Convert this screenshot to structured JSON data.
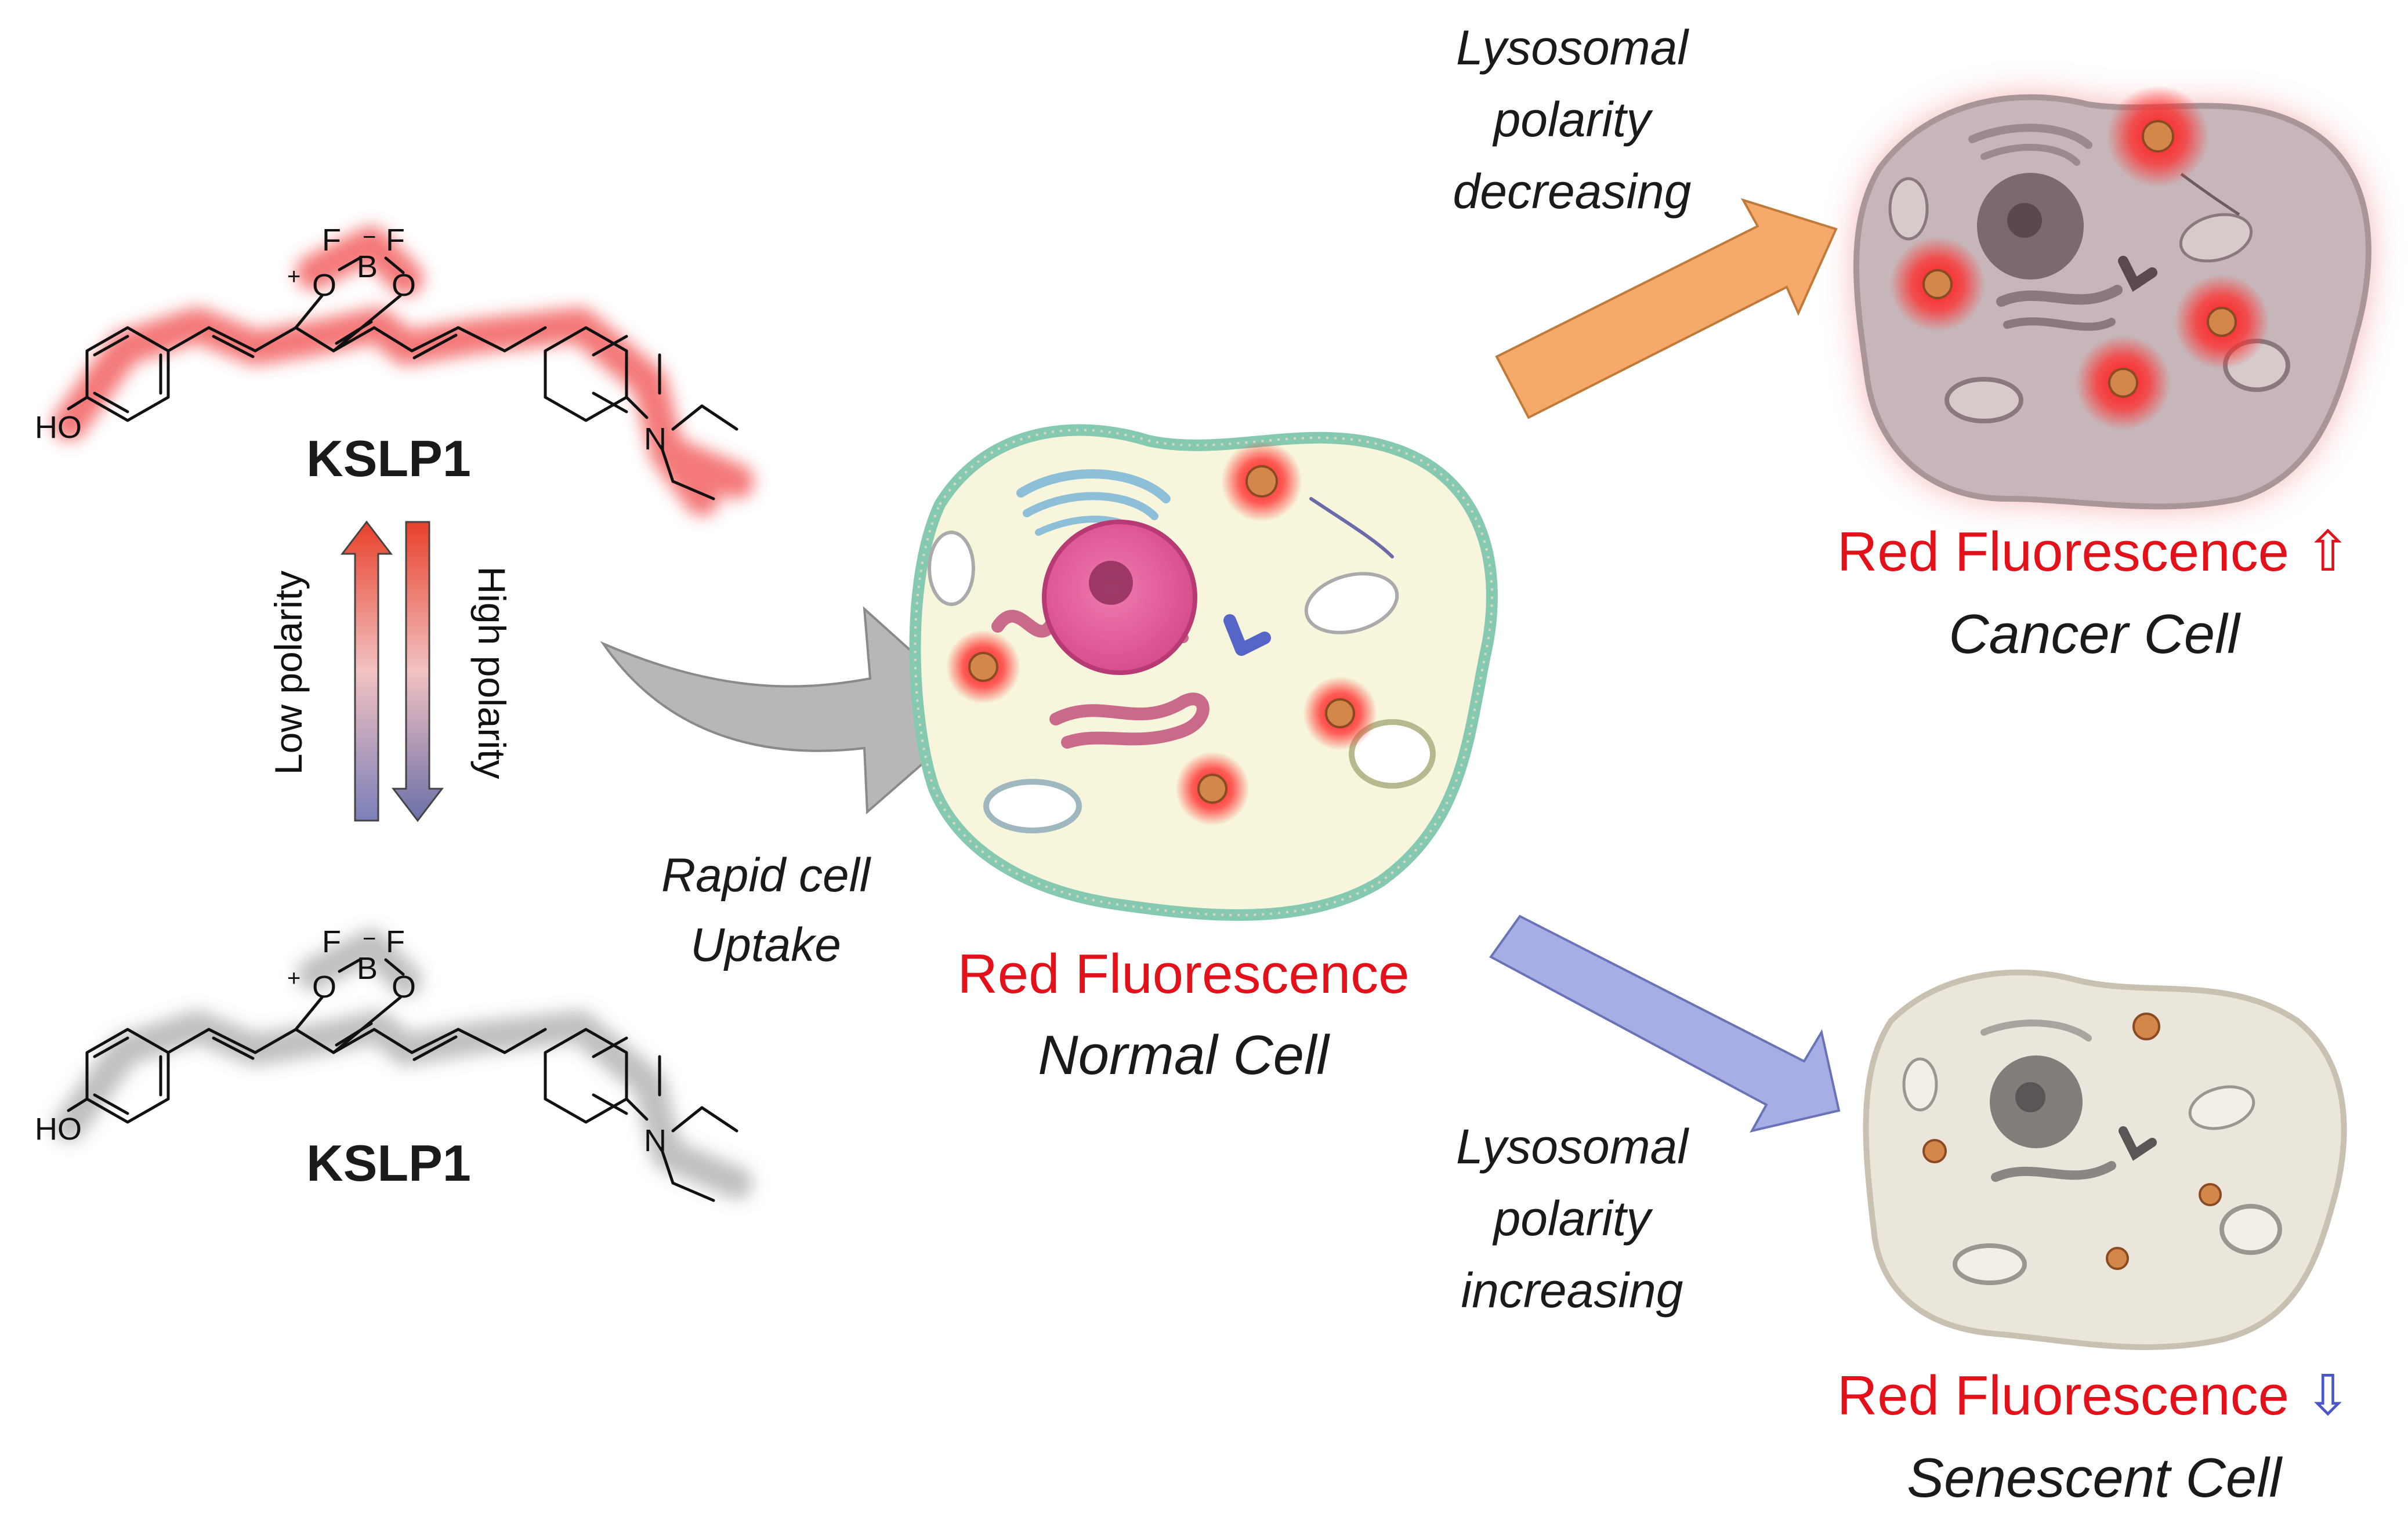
{
  "molecule_top": {
    "name": "KSLP1",
    "atoms": {
      "f_left": "F",
      "f_right": "F",
      "boron": "B",
      "boron_charge": "−",
      "oxygen_left": "O",
      "oxygen_charge": "+",
      "oxygen_right": "O",
      "hydroxyl": "HO",
      "nitrogen": "N"
    },
    "glow_color": "#f36a6a"
  },
  "molecule_bottom": {
    "name": "KSLP1",
    "atoms": {
      "f_left": "F",
      "f_right": "F",
      "boron": "B",
      "boron_charge": "−",
      "oxygen_left": "O",
      "oxygen_charge": "+",
      "oxygen_right": "O",
      "hydroxyl": "HO",
      "nitrogen": "N"
    },
    "glow_color": "#9a9a9a"
  },
  "polarity": {
    "low_label": "Low polarity",
    "high_label": "High polarity"
  },
  "uptake": {
    "line1": "Rapid cell",
    "line2": "Uptake"
  },
  "normal_cell": {
    "fluorescence": "Red Fluorescence",
    "name": "Normal Cell"
  },
  "cancer_branch": {
    "line1": "Lysosomal",
    "line2": "polarity",
    "line3": "decreasing",
    "fluorescence": "Red Fluorescence",
    "indicator": "⇧",
    "name": "Cancer Cell",
    "arrow_color": "#f5a96a"
  },
  "senescent_branch": {
    "line1": "Lysosomal",
    "line2": "polarity",
    "line3": "increasing",
    "fluorescence": "Red Fluorescence",
    "indicator": "⇩",
    "name": "Senescent Cell",
    "arrow_color": "#a7aee6"
  },
  "colors": {
    "red_text": "#e3121a",
    "glow_red": "#ff2a2a",
    "lysosome": "#d4874a",
    "indicator_blue": "#4a57c8"
  }
}
